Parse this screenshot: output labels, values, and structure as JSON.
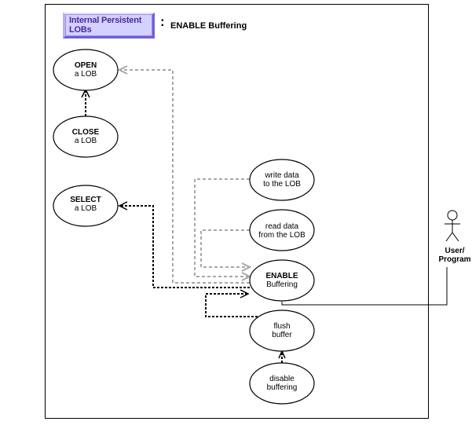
{
  "header": {
    "package_label": "Internal Persistent LOBs",
    "separator": ":",
    "title": "ENABLE Buffering"
  },
  "use_cases": [
    {
      "id": "open",
      "line1": "OPEN",
      "line2": "a LOB",
      "bold_first": true
    },
    {
      "id": "close",
      "line1": "CLOSE",
      "line2": "a LOB",
      "bold_first": true
    },
    {
      "id": "select",
      "line1": "SELECT",
      "line2": "a LOB",
      "bold_first": true
    },
    {
      "id": "write",
      "line1": "write data",
      "line2": "to the LOB",
      "bold_first": false
    },
    {
      "id": "read",
      "line1": "read data",
      "line2": "from the LOB",
      "bold_first": false
    },
    {
      "id": "enable",
      "line1": "ENABLE",
      "line2": "Buffering",
      "bold_first": true
    },
    {
      "id": "flush",
      "line1": "flush",
      "line2": "buffer",
      "bold_first": false
    },
    {
      "id": "disable",
      "line1": "disable",
      "line2": "buffering",
      "bold_first": false
    }
  ],
  "actor": {
    "line1": "User/",
    "line2": "Program",
    "icon": "stick-figure-icon"
  },
  "connectors": [
    {
      "from": "close",
      "to": "open",
      "style": "dashed-black"
    },
    {
      "from": "enable",
      "to": "open",
      "style": "dashed-gray"
    },
    {
      "from": "enable",
      "to": "select",
      "style": "dashed-black"
    },
    {
      "from": "write",
      "to": "enable",
      "style": "dashed-gray"
    },
    {
      "from": "read",
      "to": "enable",
      "style": "dashed-gray"
    },
    {
      "from": "flush",
      "to": "enable",
      "style": "dashed-black"
    },
    {
      "from": "disable",
      "to": "flush",
      "style": "dashed-black"
    },
    {
      "from": "actor",
      "to": "enable",
      "style": "solid-black"
    }
  ],
  "colors": {
    "gray_line": "#a8a8a8",
    "black_line": "#000000",
    "title_bg": "#d4d0ff",
    "title_text": "#4a2a9a"
  }
}
